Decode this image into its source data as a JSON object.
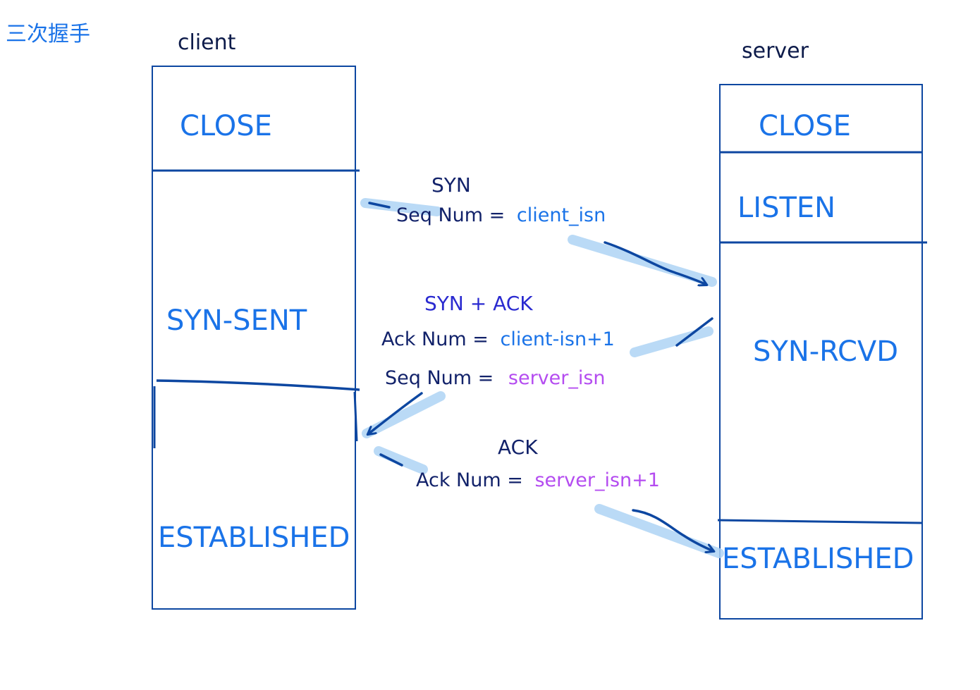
{
  "title": "三次握手",
  "colors": {
    "state": "#1a73e8",
    "ink": "#12226a",
    "box": "#0d47a1",
    "purple": "#b44cf0",
    "highlight": "#aed4f5"
  },
  "client": {
    "label": "client",
    "states": [
      "CLOSE",
      "SYN-SENT",
      "ESTABLISHED"
    ]
  },
  "server": {
    "label": "server",
    "states": [
      "CLOSE",
      "LISTEN",
      "SYN-RCVD",
      "ESTABLISHED"
    ]
  },
  "messages": {
    "syn": {
      "title": "SYN",
      "seq_key": "Seq Num =",
      "seq_val": "client_isn"
    },
    "synack": {
      "title": "SYN + ACK",
      "ack_key": "Ack Num =",
      "ack_val": "client-isn+1",
      "seq_key": "Seq Num =",
      "seq_val": "server_isn"
    },
    "ack": {
      "title": "ACK",
      "ack_key": "Ack Num =",
      "ack_val": "server_isn+1"
    }
  }
}
